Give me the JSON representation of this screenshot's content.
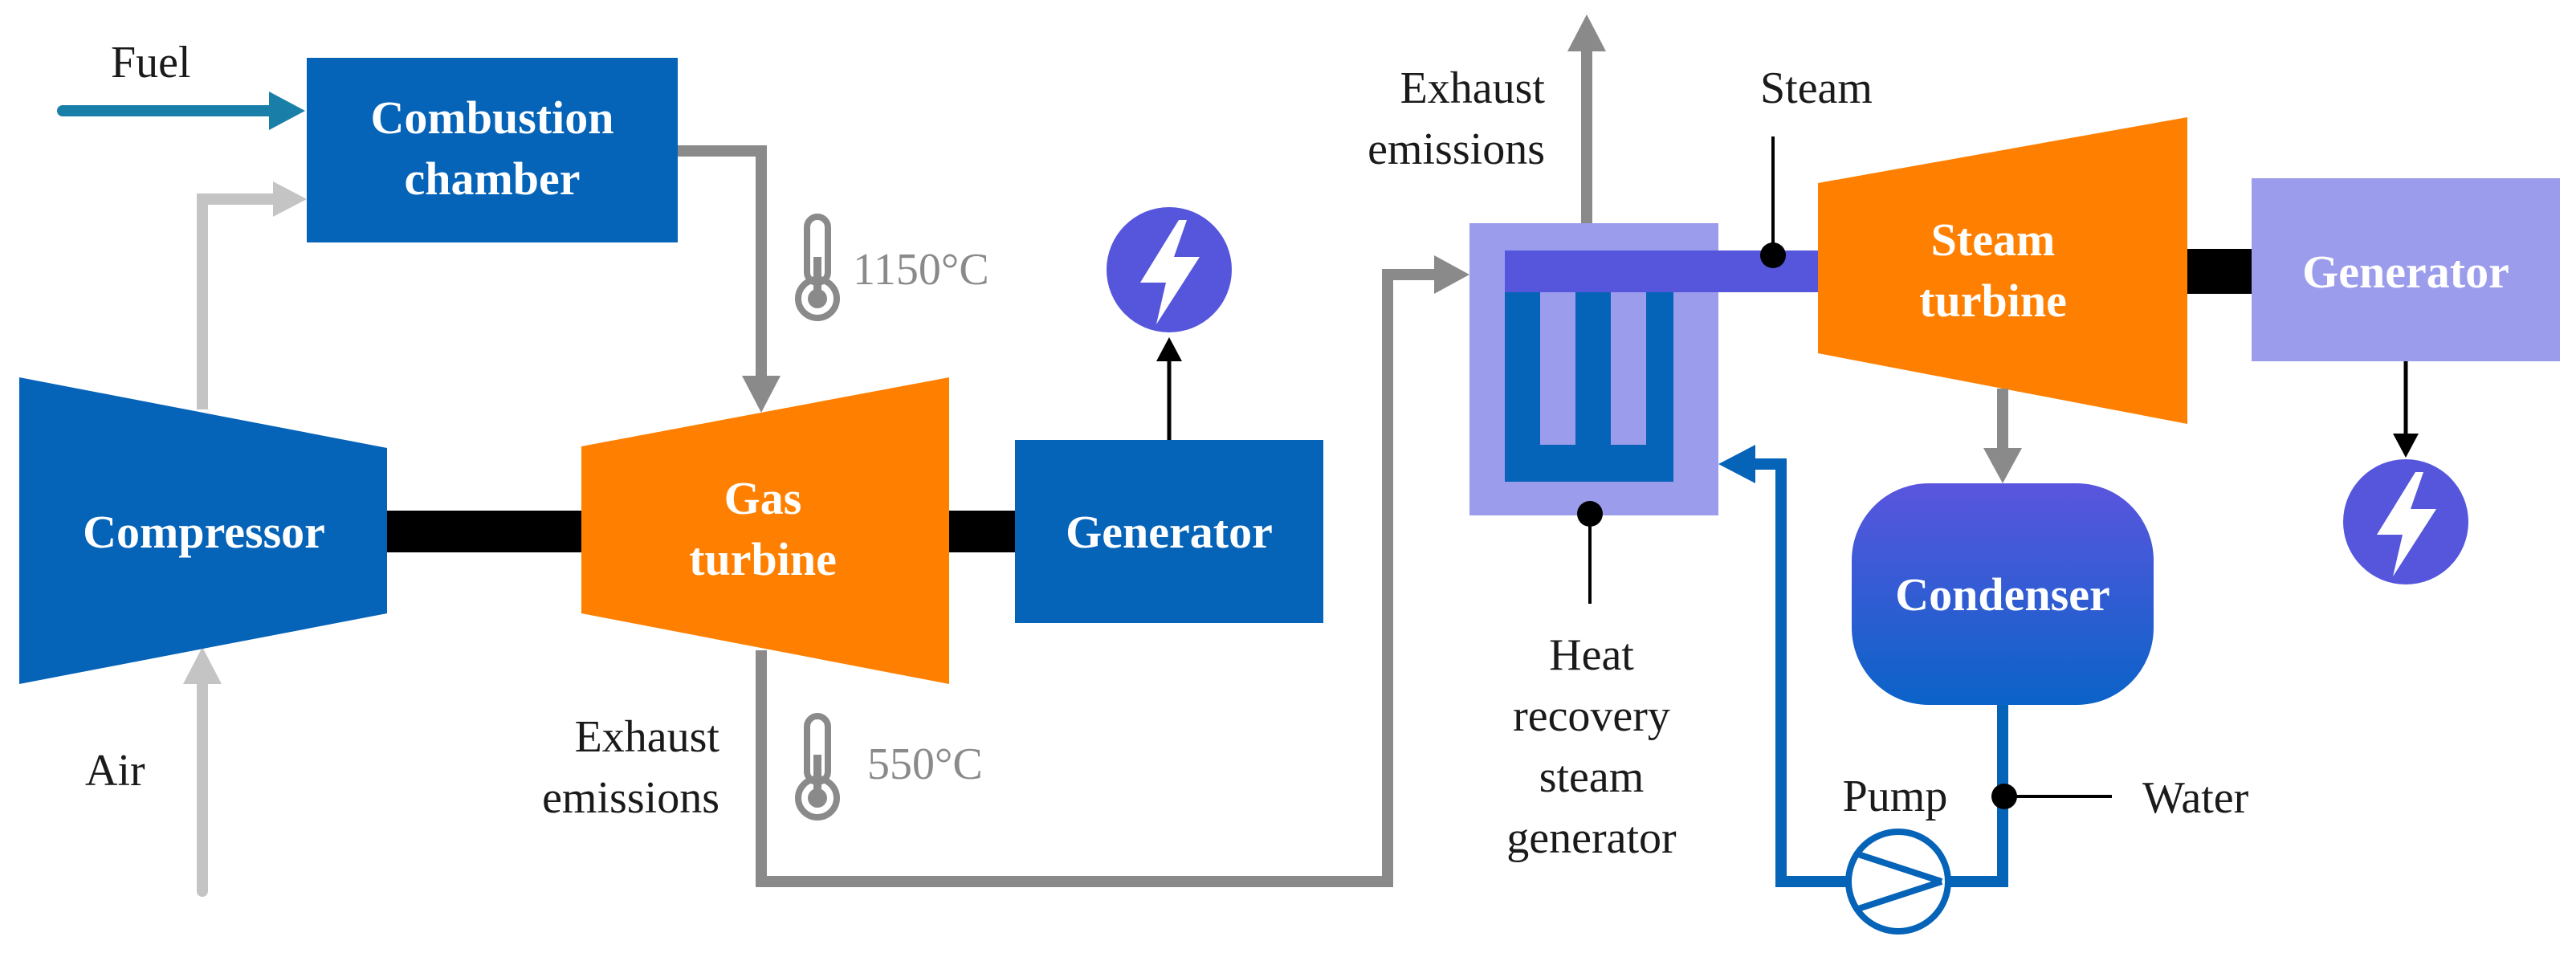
{
  "labels": {
    "fuel": "Fuel",
    "air": "Air",
    "combustion_line1": "Combustion",
    "combustion_line2": "chamber",
    "compressor": "Compressor",
    "gas_turbine_line1": "Gas",
    "gas_turbine_line2": "turbine",
    "generator_left": "Generator",
    "temp_high": "1150°C",
    "temp_low": "550°C",
    "exhaust_left_line1": "Exhaust",
    "exhaust_left_line2": "emissions",
    "exhaust_top_line1": "Exhaust",
    "exhaust_top_line2": "emissions",
    "steam": "Steam",
    "steam_turbine_line1": "Steam",
    "steam_turbine_line2": "turbine",
    "generator_right": "Generator",
    "condenser": "Condenser",
    "hrsg_line1": "Heat",
    "hrsg_line2": "recovery",
    "hrsg_line3": "steam",
    "hrsg_line4": "generator",
    "pump": "Pump",
    "water": "Water"
  },
  "colors": {
    "dark_blue": "#0563b8",
    "orange": "#ff8000",
    "purple": "#5656dd",
    "light_purple": "#9c9ced",
    "grey_arrow": "#8a8a8a",
    "light_grey_arrow": "#c4c4c4",
    "fuel_arrow": "#1a7fa8",
    "shaft": "#000000"
  }
}
